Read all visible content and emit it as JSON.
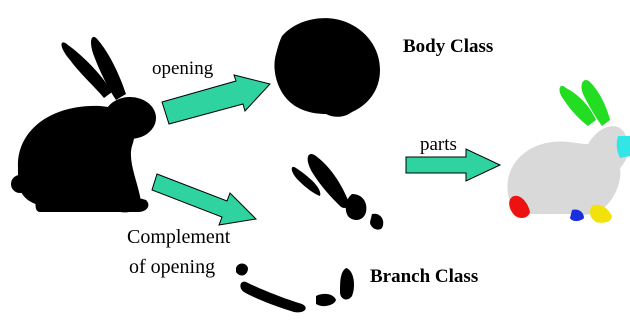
{
  "labels": {
    "opening": "opening",
    "body_class": "Body Class",
    "parts": "parts",
    "complement_line1": "Complement",
    "complement_line2": "of opening",
    "branch_class": "Branch Class"
  },
  "colors": {
    "silhouette": "#000000",
    "arrow_fill": "#2fd3a0",
    "arrow_stroke": "#000000",
    "part_body": "#d9d9d9",
    "part_ears": "#22dd22",
    "part_head_tip": "#33e6e6",
    "part_tail": "#ee1111",
    "part_front_foot": "#f2e20a",
    "part_belly_foot": "#1a2fe0"
  },
  "icons": {
    "source": "rabbit-silhouette-icon",
    "body": "rabbit-body-blob-icon",
    "branch": "rabbit-branch-parts-icon",
    "parts": "rabbit-colored-parts-icon",
    "arrow": "arrow-right-icon"
  }
}
